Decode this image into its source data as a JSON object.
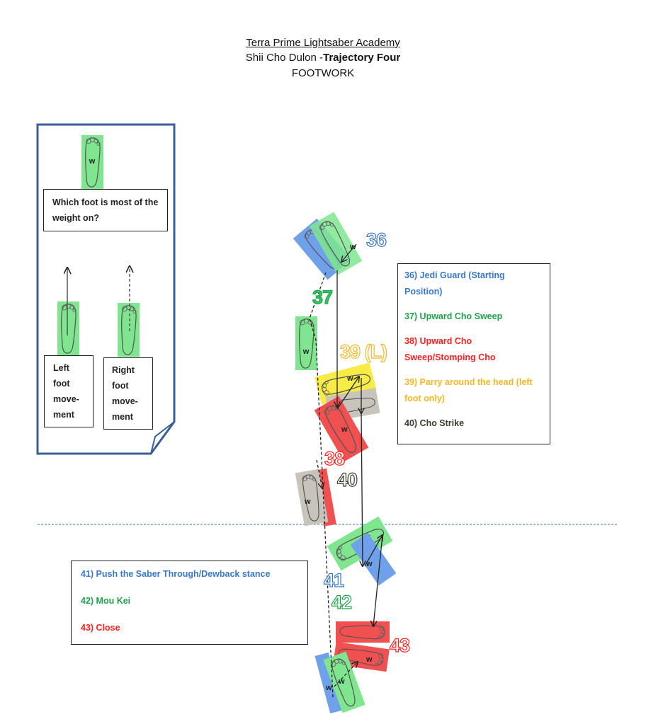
{
  "header": {
    "title": "Terra Prime Lightsaber Academy",
    "subtitle_normal": "Shii Cho Dulon -",
    "subtitle_bold": "Trajectory Four",
    "section": "FOOTWORK"
  },
  "legend": {
    "weight_question": "Which foot is most of the weight on?",
    "weight_marker": "w",
    "left_foot_label": "Left foot move- ment",
    "right_foot_label": "Right foot move- ment",
    "left_foot_line": "solid",
    "right_foot_line": "dashed"
  },
  "colors": {
    "blue": "#3a78c9",
    "green": "#1ea34a",
    "red": "#ff1f1f",
    "orange": "#f5b822",
    "dark": "#3b3b2e",
    "foot_blue": "#6fa1ea",
    "foot_green": "#7fe68f",
    "foot_red": "#f05050",
    "foot_yellow": "#f7eb45",
    "foot_gray": "#c8c4bc",
    "frame": "#3a5f98",
    "guide_line": "#7ea0d6"
  },
  "step_labels": {
    "s36": "36",
    "s37": "37",
    "s38": "38",
    "s39": "39 (L)",
    "s40": "40",
    "s41": "41",
    "s42": "42",
    "s43": "43"
  },
  "steps_box_1": [
    {
      "text": "36) Jedi Guard (Starting Position)",
      "color": "#3a78c9"
    },
    {
      "text": "37) Upward Cho Sweep",
      "color": "#1ea34a"
    },
    {
      "text": "38) Upward Cho Sweep/Stomping Cho",
      "color": "#ff1f1f"
    },
    {
      "text": "39) Parry around the head (left foot only)",
      "color": "#f5b822"
    },
    {
      "text": "40) Cho Strike",
      "color": "#3b3b2e"
    }
  ],
  "steps_box_2": [
    {
      "text": "41) Push the Saber Through/Dewback stance",
      "color": "#3a78c9"
    },
    {
      "text": "42) Mou Kei",
      "color": "#1ea34a"
    },
    {
      "text": "43) Close",
      "color": "#ff1f1f"
    }
  ]
}
